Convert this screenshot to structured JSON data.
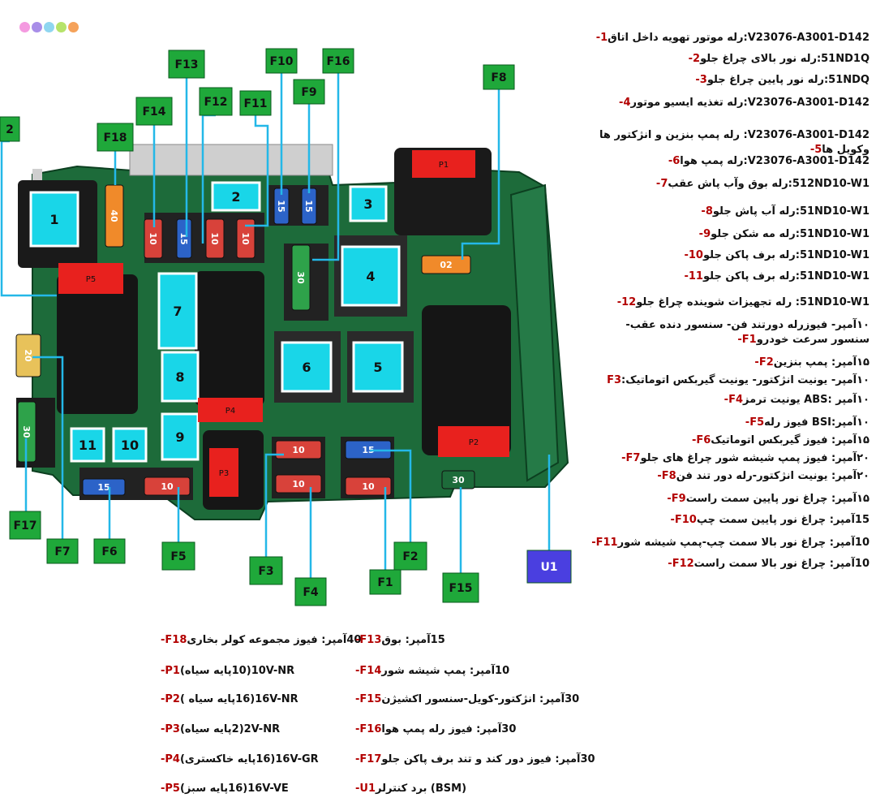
{
  "diagram": {
    "relays": [
      "1",
      "2",
      "3",
      "4",
      "5",
      "6",
      "7",
      "8",
      "9",
      "10",
      "11"
    ],
    "connectors": [
      "P1",
      "P2",
      "P3",
      "P4",
      "P5"
    ],
    "fuse_values": {
      "f40": "40",
      "f10a": "10",
      "f15a": "15",
      "f10b": "10",
      "f10c": "10",
      "f15b": "15",
      "f15c": "15",
      "f30a": "30",
      "f02": "02",
      "f20": "20",
      "f30b": "30",
      "f15d": "15",
      "f10d": "10",
      "f10e": "10",
      "f10f": "10",
      "f10g": "10",
      "f15e": "15",
      "f30c": "30"
    },
    "callouts": [
      "F13",
      "F10",
      "F16",
      "F8",
      "F14",
      "F12",
      "F11",
      "F9",
      "F18",
      "2",
      "F17",
      "F7",
      "F6",
      "F5",
      "F3",
      "F4",
      "F1",
      "F2",
      "F15",
      "U1"
    ],
    "colors": {
      "callout_green": "#1fa83a",
      "relay_cyan": "#19d6e8",
      "connector_red": "#e8211e",
      "u1_blue": "#4a3fe0",
      "line_cyan": "#24b8e8",
      "board_green": "#1d6b3a",
      "label_red": "#b30000"
    }
  },
  "legend": [
    {
      "code": "1-",
      "rest": "V23076-A3001-D142:رله موتور تهویه داخل اتاق"
    },
    {
      "code": "2-",
      "rest": "51ND1Q:رله نور بالای چراغ جلو"
    },
    {
      "code": "3-",
      "rest": "51NDQ:رله نور پایین چراغ جلو"
    },
    {
      "code": "4-",
      "rest": "V23076-A3001-D142:رله تغذیه ایسیو موتور"
    },
    {
      "code": "5-",
      "rest": "V23076-A3001-D142: رله پمپ بنزین و انژکتور ها وکویل ها"
    },
    {
      "code": "6-",
      "rest": "V23076-A3001-D142:رله پمپ هوا"
    },
    {
      "code": "7-",
      "rest": "512ND10-W1:رله بوق وآب پاش عقب"
    },
    {
      "code": "8-",
      "rest": "51ND10-W1:رله آب پاش جلو"
    },
    {
      "code": "9-",
      "rest": "51ND10-W1:رله مه شکن جلو"
    },
    {
      "code": "10-",
      "rest": "51ND10-W1:رله برف پاکن جلو"
    },
    {
      "code": "11-",
      "rest": "51ND10-W1:رله برف پاکن جلو"
    },
    {
      "code": "12-",
      "rest": "51ND10-W1: رله تجهیزات شوینده چراغ جلو"
    },
    {
      "code": "F1-",
      "rest": "۱۰آمپر- فیوزرله دورتند فن- سنسور دنده عقب- سنسور سرعت خودرو"
    },
    {
      "code": "F2-",
      "rest": "۱۵آمپر: پمپ بنزین"
    },
    {
      "code": "F3",
      "rest": "۱۰آمپر- یونیت انژکتور- یونیت گیربکس اتوماتیک:"
    },
    {
      "code": "F4-",
      "rest": "۱۰آمپر :ABS یونیت ترمز"
    },
    {
      "code": "F5-",
      "rest": "۱۰آمپر:BSI فیوز رله"
    },
    {
      "code": "F6-",
      "rest": "۱۵آمپر: فیوز گیربکس اتوماتیک"
    },
    {
      "code": "F7-",
      "rest": "۲۰آمپر: فیوز پمپ شیشه شور چراغ های جلو"
    },
    {
      "code": "F8-",
      "rest": "۲۰آمپر: یونیت انژکتور-رله دور تند فن"
    },
    {
      "code": "F9-",
      "rest": "۱۵آمپر: چراغ نور پایین سمت راست"
    },
    {
      "code": "F10-",
      "rest": "15آمپر: چراغ نور پایین سمت چپ"
    },
    {
      "code": "F11-",
      "rest": "10آمپر: چراغ نور بالا سمت چپ-پمپ شیشه شور"
    },
    {
      "code": "F12-",
      "rest": "10آمپر: چراغ نور بالا سمت راست"
    }
  ],
  "bottom_legend": [
    {
      "code": "F18-",
      "rest": "40آمپر: فیوز مجموعه کولر بخاری"
    },
    {
      "code": "P1-",
      "rest": "10V-NR(10پایه سیاه)"
    },
    {
      "code": "P2-",
      "rest": "16V-NR(16پایه سیاه )"
    },
    {
      "code": "P3-",
      "rest": "2V-NR(2پایه سیاه)"
    },
    {
      "code": "P4-",
      "rest": "16V-GR(16پایه خاکستری)"
    },
    {
      "code": "P5-",
      "rest": "16V-VE(16پایه سبز)"
    },
    {
      "code": "F13-",
      "rest": "15آمپر: بوق"
    },
    {
      "code": "F14-",
      "rest": "10آمپر: پمپ شیشه شور"
    },
    {
      "code": "F15-",
      "rest": "30آمپر: انژکتور-کویل-سنسور اکشیژن"
    },
    {
      "code": "F16-",
      "rest": "30آمپر: فیوز رله پمپ هوا"
    },
    {
      "code": "F17-",
      "rest": "30آمپر: فیوز دور کند و تند برف پاکن جلو"
    },
    {
      "code": "U1-",
      "rest": "(BSM) برد کنترلر"
    }
  ],
  "dot_colors": [
    "#f49ae0",
    "#a88ee8",
    "#8fd6f0",
    "#b6e36a",
    "#f5a25a"
  ]
}
